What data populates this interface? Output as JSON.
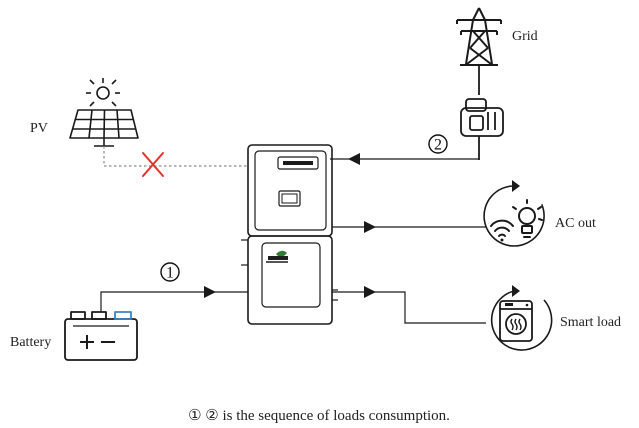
{
  "labels": {
    "grid": "Grid",
    "pv": "PV",
    "ac_out": "AC out",
    "battery": "Battery",
    "smart_load": "Smart load"
  },
  "markers": {
    "step1": "1",
    "step2": "2"
  },
  "caption": "① ② is the sequence of loads consumption.",
  "colors": {
    "line": "#1a1a1a",
    "cross": "#e8302a",
    "dashed": "#8a8a8a",
    "battery_terminal": "#3b82c4",
    "logo_green": "#2e7d32"
  },
  "icons": [
    "transmission-tower-icon",
    "ct-clamp-icon",
    "solar-panel-icon",
    "sun-icon",
    "battery-icon",
    "ac-out-icon",
    "smart-load-icon",
    "inverter-icon"
  ]
}
